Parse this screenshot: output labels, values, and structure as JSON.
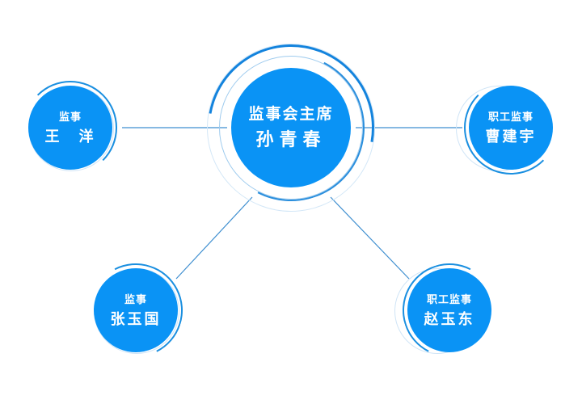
{
  "diagram": {
    "type": "organization-chart",
    "background_color": "#ffffff",
    "node_fill_color": "#0a93f5",
    "node_text_color": "#ffffff",
    "connector_color": "#3f8fd0",
    "ring_color": "#1383dd"
  },
  "center": {
    "title": "监事会主席",
    "name": "孙青春"
  },
  "nodes": [
    {
      "id": "left",
      "title": "监事",
      "name": "王　洋"
    },
    {
      "id": "right",
      "title": "职工监事",
      "name": "曹建宇"
    },
    {
      "id": "bottom_left",
      "title": "监事",
      "name": "张玉国"
    },
    {
      "id": "bottom_right",
      "title": "职工监事",
      "name": "赵玉东"
    }
  ]
}
